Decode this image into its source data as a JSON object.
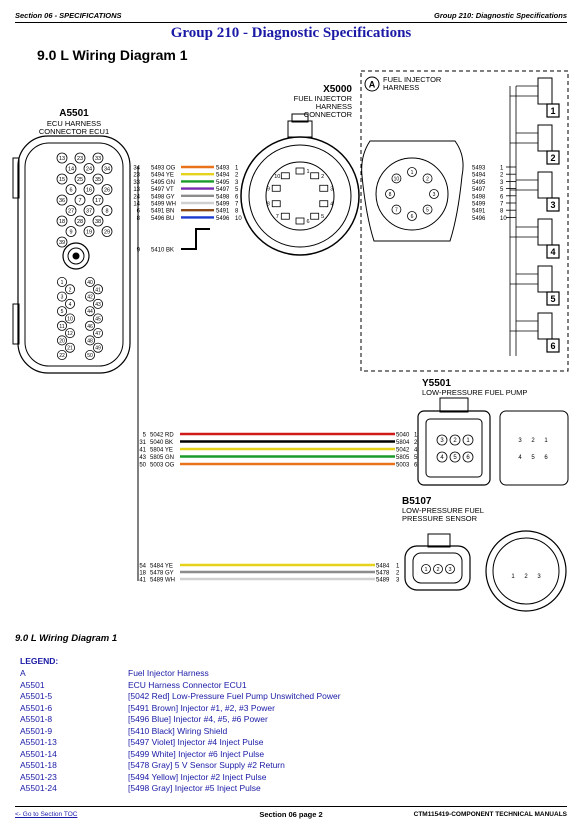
{
  "header": {
    "section": "Section 06 - SPECIFICATIONS",
    "group": "Group 210: Diagnostic Specifications"
  },
  "title": "Group 210 - Diagnostic Specifications",
  "section_title": "9.0 L Wiring Diagram 1",
  "diagram": {
    "ecu": {
      "id": "A5501",
      "line1": "ECU HARNESS",
      "line2": "CONNECTOR ECU1"
    },
    "x5000": {
      "id": "X5000",
      "line1": "FUEL INJECTOR",
      "line2": "HARNESS",
      "line3": "CONNECTOR"
    },
    "harness": {
      "id": "A",
      "line1": "FUEL INJECTOR",
      "line2": "HARNESS"
    },
    "y5501": {
      "id": "Y5501",
      "line1": "LOW-PRESSURE FUEL PUMP"
    },
    "b5107": {
      "id": "B5107",
      "line1": "LOW-PRESSURE FUEL",
      "line2": "PRESSURE SENSOR"
    },
    "injector_wires": [
      {
        "pin": "34",
        "label": "5493 OG",
        "wire": "5493",
        "xpin": "1",
        "color": "#e8731a"
      },
      {
        "pin": "23",
        "label": "5494 YE",
        "wire": "5494",
        "xpin": "2",
        "color": "#e6d21a"
      },
      {
        "pin": "33",
        "label": "5495 GN",
        "wire": "5495",
        "xpin": "3",
        "color": "#1a9a2a"
      },
      {
        "pin": "13",
        "label": "5497 VT",
        "wire": "5497",
        "xpin": "5",
        "color": "#7a2ab0"
      },
      {
        "pin": "24",
        "label": "5498 GY",
        "wire": "5498",
        "xpin": "6",
        "color": "#8c8c8c"
      },
      {
        "pin": "14",
        "label": "5499 WH",
        "wire": "5499",
        "xpin": "7",
        "color": "#d0d0d0"
      },
      {
        "pin": "6",
        "label": "5491 BN",
        "wire": "5491",
        "xpin": "8",
        "color": "#8a4a1a"
      },
      {
        "pin": "8",
        "label": "5496 BU",
        "wire": "5496",
        "xpin": "10",
        "color": "#1a3ad0"
      }
    ],
    "shield_wire": {
      "pin": "9",
      "label": "5410 BK",
      "color": "#000000"
    },
    "harness_wires": [
      "5493",
      "5494",
      "5495",
      "5497",
      "5498",
      "5499",
      "5491",
      "5496"
    ],
    "harness_pins": [
      "1",
      "2",
      "3",
      "5",
      "6",
      "7",
      "8",
      "10"
    ],
    "x5000_pins": [
      "1",
      "2",
      "3",
      "4",
      "5",
      "6",
      "7",
      "8",
      "9",
      "10"
    ],
    "injectors": [
      "1",
      "2",
      "3",
      "4",
      "5",
      "6"
    ],
    "ecu_pins_top": [
      "13",
      "23",
      "33",
      "14",
      "24",
      "34",
      "15",
      "25",
      "35",
      "6",
      "16",
      "26",
      "36",
      "7",
      "17",
      "27",
      "37",
      "8",
      "18",
      "28",
      "38",
      "9",
      "19",
      "29",
      "39"
    ],
    "ecu_pins_bottom": [
      "1",
      "40",
      "2",
      "41",
      "3",
      "42",
      "4",
      "43",
      "5",
      "44",
      "10",
      "45",
      "11",
      "46",
      "12",
      "47",
      "20",
      "48",
      "21",
      "49",
      "22",
      "50"
    ],
    "pump_wires": [
      {
        "pin": "5",
        "label": "5042 RD",
        "wire": "5040",
        "end": "1",
        "color": "#d01a1a"
      },
      {
        "pin": "31",
        "label": "5040 BK",
        "wire": "5804",
        "end": "2",
        "color": "#000000"
      },
      {
        "pin": "41",
        "label": "5804 YE",
        "wire": "5042",
        "end": "4",
        "color": "#e6d21a"
      },
      {
        "pin": "43",
        "label": "5805 GN",
        "wire": "5805",
        "end": "5",
        "color": "#1a9a2a"
      },
      {
        "pin": "50",
        "label": "5003 OG",
        "wire": "5003",
        "end": "6",
        "color": "#e8731a"
      }
    ],
    "pump_pins": [
      "3",
      "2",
      "1",
      "4",
      "5",
      "6"
    ],
    "sensor_wires": [
      {
        "pin": "54",
        "label": "5484 YE",
        "wire": "5484",
        "end": "1",
        "color": "#e6d21a"
      },
      {
        "pin": "18",
        "label": "5478 GY",
        "wire": "5478",
        "end": "2",
        "color": "#8c8c8c"
      },
      {
        "pin": "41",
        "label": "5489 WH",
        "wire": "5489",
        "end": "3",
        "color": "#d0d0d0"
      }
    ],
    "sensor_pins": [
      "1",
      "2",
      "3"
    ]
  },
  "caption": "9.0 L Wiring Diagram 1",
  "legend": {
    "heading": "LEGEND:",
    "items": [
      {
        "key": "A",
        "desc": "Fuel Injector Harness"
      },
      {
        "key": "A5501",
        "desc": "ECU Harness Connector ECU1"
      },
      {
        "key": "A5501-5",
        "desc": "[5042 Red] Low-Pressure Fuel Pump Unswitched Power"
      },
      {
        "key": "A5501-6",
        "desc": "[5491 Brown] Injector #1, #2, #3 Power"
      },
      {
        "key": "A5501-8",
        "desc": "[5496 Blue] Injector #4, #5, #6 Power"
      },
      {
        "key": "A5501-9",
        "desc": "[5410 Black] Wiring Shield"
      },
      {
        "key": "A5501-13",
        "desc": "[5497 Violet] Injector #4 Inject Pulse"
      },
      {
        "key": "A5501-14",
        "desc": "[5499 White] Injector #6 Inject Pulse"
      },
      {
        "key": "A5501-18",
        "desc": "[5478 Gray] 5 V Sensor Supply #2 Return"
      },
      {
        "key": "A5501-23",
        "desc": "[5494 Yellow] Injector #2 Inject Pulse"
      },
      {
        "key": "A5501-24",
        "desc": "[5498 Gray] Injector #5 Inject Pulse"
      }
    ]
  },
  "footer": {
    "toc_link": "<- Go to Section TOC",
    "page": "Section 06 page 2",
    "manual": "CTM115419-COMPONENT TECHNICAL MANUALS"
  }
}
